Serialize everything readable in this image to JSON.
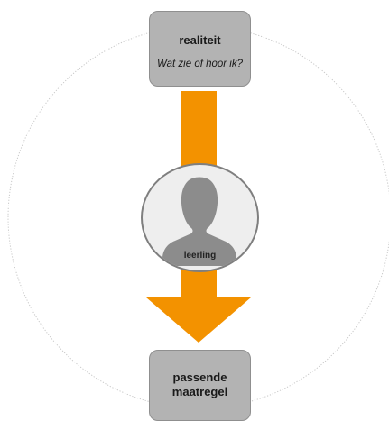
{
  "diagram": {
    "top_box": {
      "title": "realiteit",
      "subtitle": "Wat zie of hoor ik?"
    },
    "center": {
      "label": "leerling",
      "icon": "person-silhouette-icon"
    },
    "bottom_box": {
      "title": "passende\nmaatregel"
    },
    "colors": {
      "arrow": "#f39200",
      "box_fill": "#b3b3b3",
      "cycle_line": "#c8c8c8",
      "avatar_fill": "#eeeeee",
      "silhouette": "#8c8c8c"
    }
  }
}
